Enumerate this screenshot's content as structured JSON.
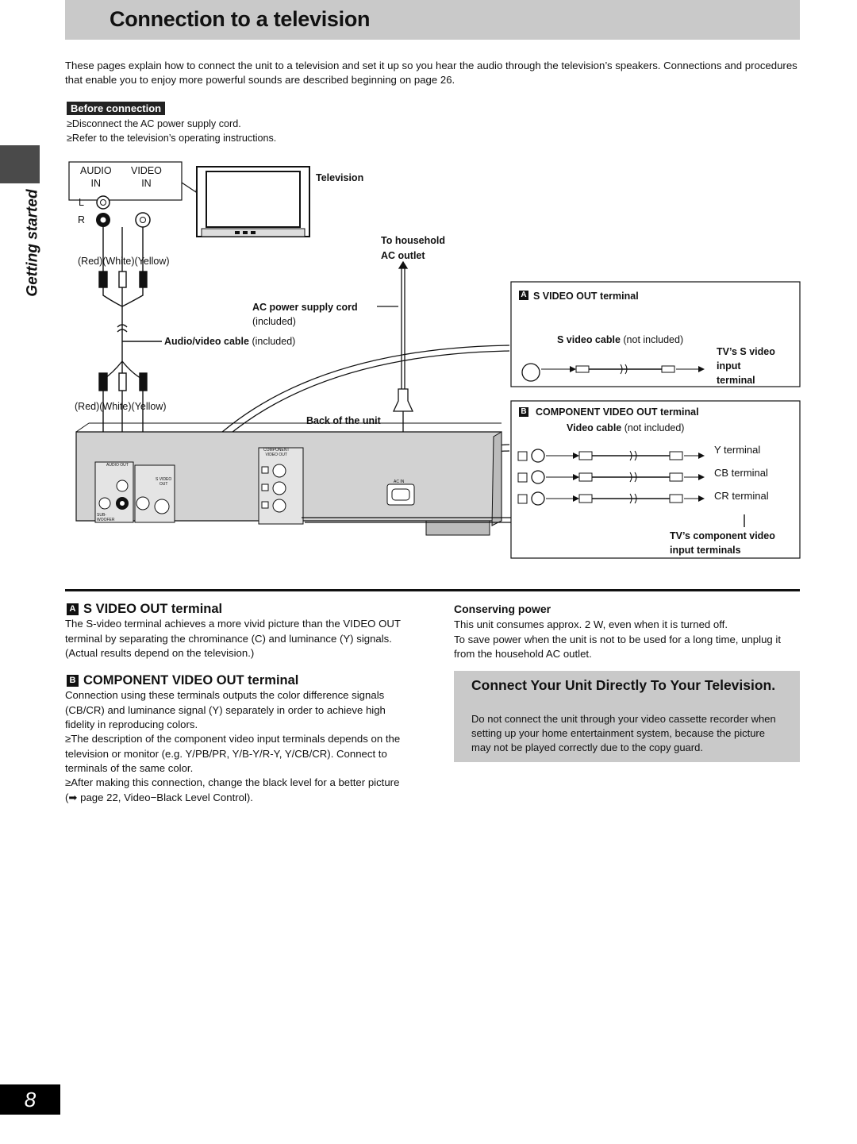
{
  "page": {
    "title": "Connection to a television",
    "intro": "These pages explain how to connect the unit to a television and set it up so you hear the audio through the television’s speakers. Connections and procedures that enable you to enjoy more powerful sounds are described beginning on page 26.",
    "side_label": "Getting started",
    "page_number": "8"
  },
  "before": {
    "badge": "Before connection",
    "items": [
      "≥Disconnect the AC power supply cord.",
      "≥Refer to the television’s operating instructions."
    ]
  },
  "diagram": {
    "audio_in": "AUDIO\nIN",
    "video_in": "VIDEO\nIN",
    "l": "L",
    "r": "R",
    "colors_top": "(Red)(White)(Yellow)",
    "colors_bottom": "(Red)(White)(Yellow)",
    "television": "Television",
    "to_household": "To household",
    "ac_outlet": "AC outlet",
    "ac_cord": "AC power supply cord",
    "included": "(included)",
    "av_cable_bold": "Audio/video cable",
    "av_cable_rest": " (included)",
    "back_of_unit": "Back of the unit",
    "component_small": "COMPONENT\nVIDEO OUT",
    "audio_out_small": "AUDIO OUT",
    "svideo_small": "S VIDEO\nOUT",
    "subwoofer_small": "SUB-\nWOOFER",
    "ac_in_small": "AC IN",
    "box_a_letter": "A",
    "box_a_title": "S VIDEO OUT terminal",
    "svideo_cable_bold": "S video cable",
    "svideo_cable_rest": " (not included)",
    "tv_svideo": "TV’s S video\ninput\nterminal",
    "box_b_letter": "B",
    "box_b_title": "COMPONENT VIDEO OUT terminal",
    "video_cable_bold": "Video cable",
    "video_cable_rest": " (not included)",
    "y_terminal": "Y terminal",
    "cb_terminal": "CB terminal",
    "cr_terminal": "CR terminal",
    "tv_component": "TV’s component video\ninput terminals"
  },
  "sections": {
    "a_letter": "A",
    "a_title": "S VIDEO OUT terminal",
    "a_text": "The S-video terminal achieves a more vivid picture than the VIDEO OUT terminal by separating the chrominance (C) and luminance (Y) signals. (Actual results depend on the television.)",
    "b_letter": "B",
    "b_title": "COMPONENT VIDEO OUT terminal",
    "b_text": "Connection using these terminals outputs the color difference signals (CB/CR) and luminance signal (Y) separately in order to achieve high fidelity in reproducing colors.",
    "b_bullet1": "≥The description of the component video input terminals depends on the television or monitor (e.g. Y/PB/PR, Y/B-Y/R-Y, Y/CB/CR). Connect to terminals of the same color.",
    "b_bullet2": "≥After making this connection, change the black level for a better picture (➡ page 22, Video−Black Level Control).",
    "conserving_title": "Conserving power",
    "conserving_text": "This unit consumes approx. 2 W, even when it is turned off.\nTo save power when the unit is not to be used for a long time, unplug it from the household AC outlet.",
    "panel_title": "Connect Your Unit Directly To Your Television.",
    "panel_text": "Do not connect the unit through your video cassette recorder when setting up your home entertainment system, because the picture may not be played correctly due to the copy guard."
  }
}
